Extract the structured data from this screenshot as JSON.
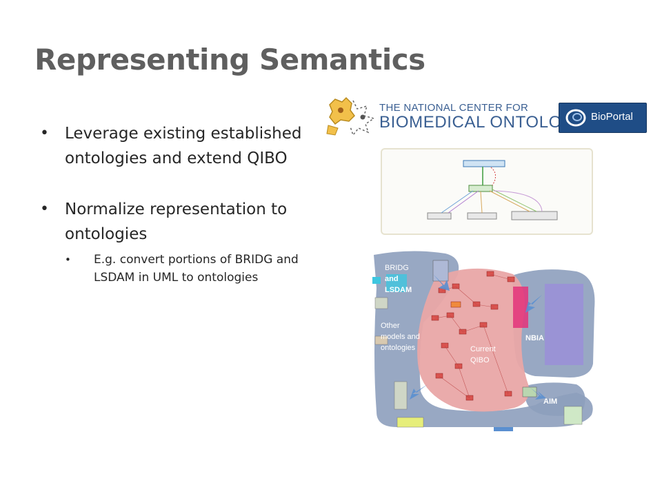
{
  "slide": {
    "title": "Representing Semantics",
    "bullets": [
      {
        "text": "Leverage existing established ontologies and extend QIBO"
      },
      {
        "text": "Normalize representation to ontologies",
        "sub": [
          {
            "text": "E.g. convert portions of BRIDG and LSDAM in UML to ontologies"
          }
        ]
      }
    ]
  },
  "logos": {
    "ncbo_line1": "THE NATIONAL CENTER FOR",
    "ncbo_line2": "BIOMEDICAL ONTOLOGY",
    "bioportal": "BioPortal"
  },
  "diagram": {
    "bridg_line1": "BRIDG",
    "bridg_line2": "and",
    "bridg_line3": "LSDAM",
    "other_line1": "Other",
    "other_line2": "models and",
    "other_line3": "ontologies",
    "current_line1": "Current",
    "current_line2": "QIBO",
    "nbia": "NBIA",
    "aim": "AIM"
  },
  "colors": {
    "title": "#5f5f5f",
    "ncbo_blue": "#3a5f92",
    "bioportal_bg": "#1f4d86",
    "region_blue": "#8d9fbd",
    "region_pink": "#e9a7a7"
  }
}
